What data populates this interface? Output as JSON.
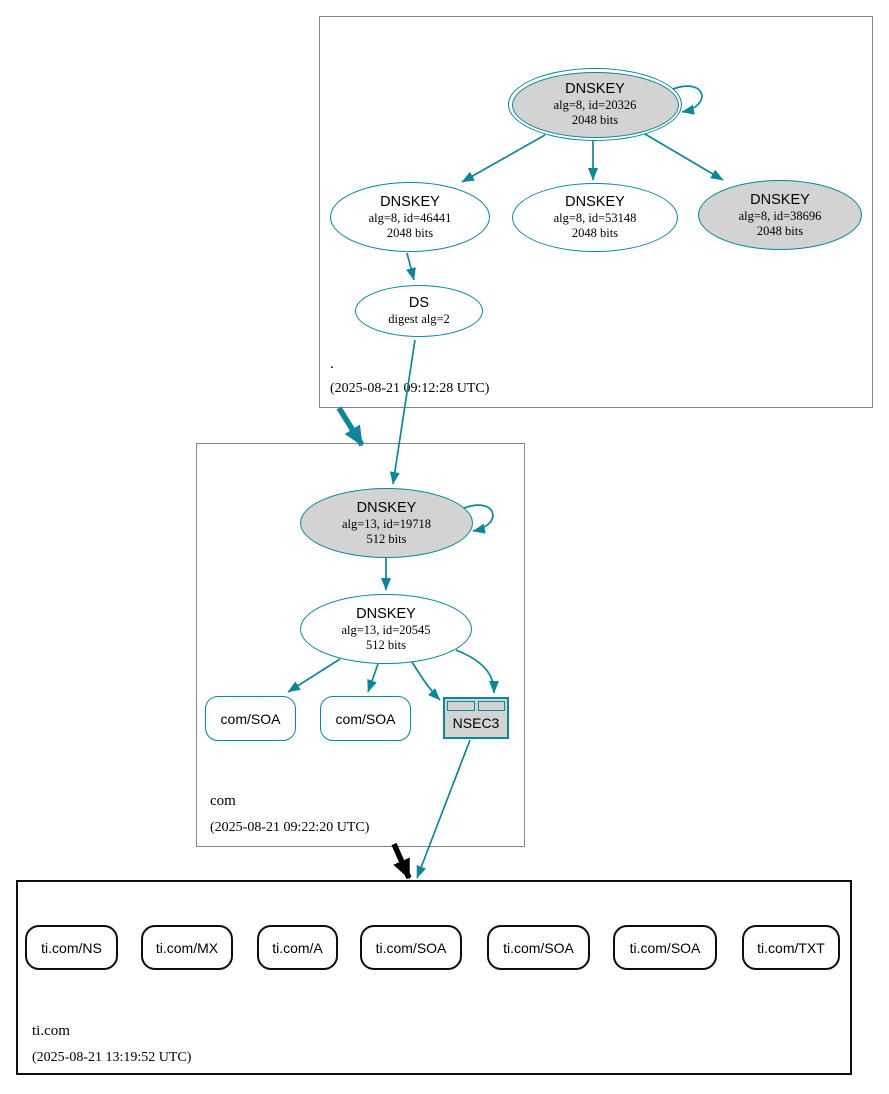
{
  "zones": {
    "root": {
      "label": ".",
      "timestamp": "(2025-08-21 09:12:28 UTC)",
      "ksk": {
        "title": "DNSKEY",
        "alg": "alg=8, id=20326",
        "bits": "2048 bits"
      },
      "zsk_46441": {
        "title": "DNSKEY",
        "alg": "alg=8, id=46441",
        "bits": "2048 bits"
      },
      "zsk_53148": {
        "title": "DNSKEY",
        "alg": "alg=8, id=53148",
        "bits": "2048 bits"
      },
      "zsk_38696": {
        "title": "DNSKEY",
        "alg": "alg=8, id=38696",
        "bits": "2048 bits"
      },
      "ds": {
        "title": "DS",
        "digest": "digest alg=2"
      }
    },
    "com": {
      "label": "com",
      "timestamp": "(2025-08-21 09:22:20 UTC)",
      "ksk": {
        "title": "DNSKEY",
        "alg": "alg=13, id=19718",
        "bits": "512 bits"
      },
      "zsk": {
        "title": "DNSKEY",
        "alg": "alg=13, id=20545",
        "bits": "512 bits"
      },
      "soa1": {
        "label": "com/SOA"
      },
      "soa2": {
        "label": "com/SOA"
      },
      "nsec3": {
        "label": "NSEC3"
      }
    },
    "ticom": {
      "label": "ti.com",
      "timestamp": "(2025-08-21 13:19:52 UTC)",
      "rrsets": [
        {
          "label": "ti.com/NS"
        },
        {
          "label": "ti.com/MX"
        },
        {
          "label": "ti.com/A"
        },
        {
          "label": "ti.com/SOA"
        },
        {
          "label": "ti.com/SOA"
        },
        {
          "label": "ti.com/SOA"
        },
        {
          "label": "ti.com/TXT"
        }
      ]
    }
  },
  "colors": {
    "secure_edge": "#0a879a",
    "insecure_edge": "#000000",
    "key_fill": "#d3d3d3",
    "node_fill": "#ffffff",
    "zone_border": "#858585",
    "target_zone_border": "#0d0d0d"
  }
}
